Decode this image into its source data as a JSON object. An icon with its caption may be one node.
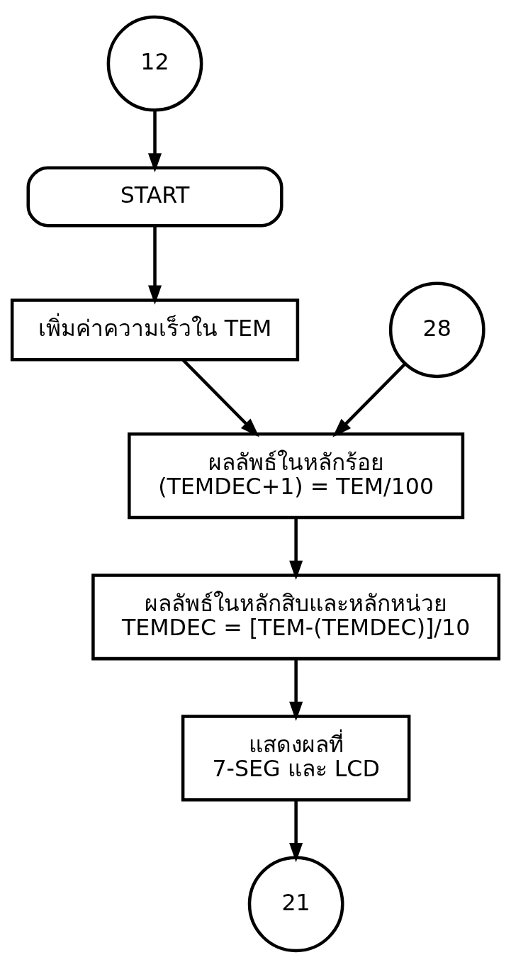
{
  "diagram": {
    "nodes": [
      {
        "text": [
          "12"
        ]
      },
      {
        "text": [
          "START"
        ]
      },
      {
        "text": [
          "เพิ่มค่าความเร็วใน TEM"
        ]
      },
      {
        "text": [
          "28"
        ]
      },
      {
        "text": [
          "ผลลัพธ์ในหลักร้อย",
          "(TEMDEC+1) = TEM/100"
        ]
      },
      {
        "text": [
          "ผลลัพธ์ในหลักสิบและหลักหน่วย",
          "TEMDEC = [TEM-(TEMDEC)]/10"
        ]
      },
      {
        "text": [
          "แสดงผลที่",
          "7-SEG และ LCD"
        ]
      },
      {
        "text": [
          "21"
        ]
      }
    ],
    "edges": [
      {
        "from": 0,
        "to": 1,
        "arrow": "to"
      },
      {
        "from": 1,
        "to": 2,
        "arrow": "to"
      },
      {
        "from": 2,
        "to": 4,
        "arrow": "to"
      },
      {
        "from": 3,
        "to": 4,
        "arrow": "to"
      },
      {
        "from": 4,
        "to": 5,
        "arrow": "to"
      },
      {
        "from": 5,
        "to": 6,
        "arrow": "to"
      },
      {
        "from": 6,
        "to": 7,
        "arrow": "to"
      }
    ]
  }
}
